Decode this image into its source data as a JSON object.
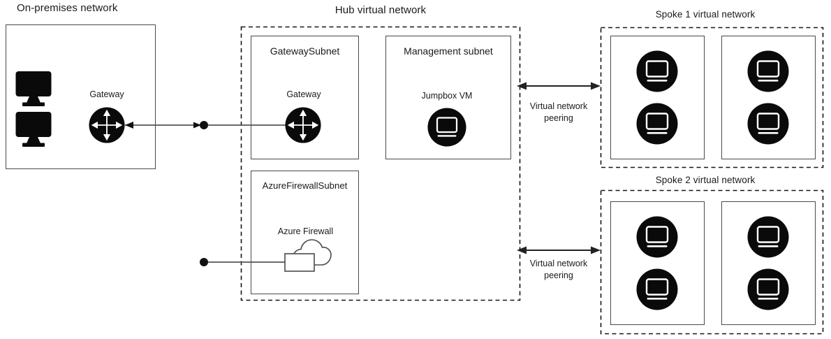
{
  "onprem": {
    "title": "On-premises network",
    "gateway_label": "Gateway"
  },
  "hub": {
    "title": "Hub virtual network",
    "gateway_subnet": {
      "title": "GatewaySubnet",
      "gateway_label": "Gateway"
    },
    "management_subnet": {
      "title": "Management subnet",
      "vm_label": "Jumpbox VM"
    },
    "firewall_subnet": {
      "title": "AzureFirewallSubnet",
      "firewall_label": "Azure Firewall"
    }
  },
  "spokes": [
    {
      "title": "Spoke 1 virtual network",
      "vm_count": 4
    },
    {
      "title": "Spoke 2 virtual network",
      "vm_count": 4
    }
  ],
  "peering_labels": [
    {
      "line1": "Virtual network",
      "line2": "peering"
    },
    {
      "line1": "Virtual network",
      "line2": "peering"
    }
  ],
  "icons": {
    "workstation": "monitor-icon",
    "gateway": "gateway-arrows-icon",
    "vm": "vm-circle-icon",
    "firewall": "firewall-cloud-icon"
  },
  "colors": {
    "background": "#ffffff",
    "solid_border": "#4a4a4a",
    "dashed_border": "#161616",
    "connector_line": "#555555",
    "arrow_fill": "#111111",
    "icon_fill": "#0a0a0a",
    "text": "#1a1a1a"
  }
}
